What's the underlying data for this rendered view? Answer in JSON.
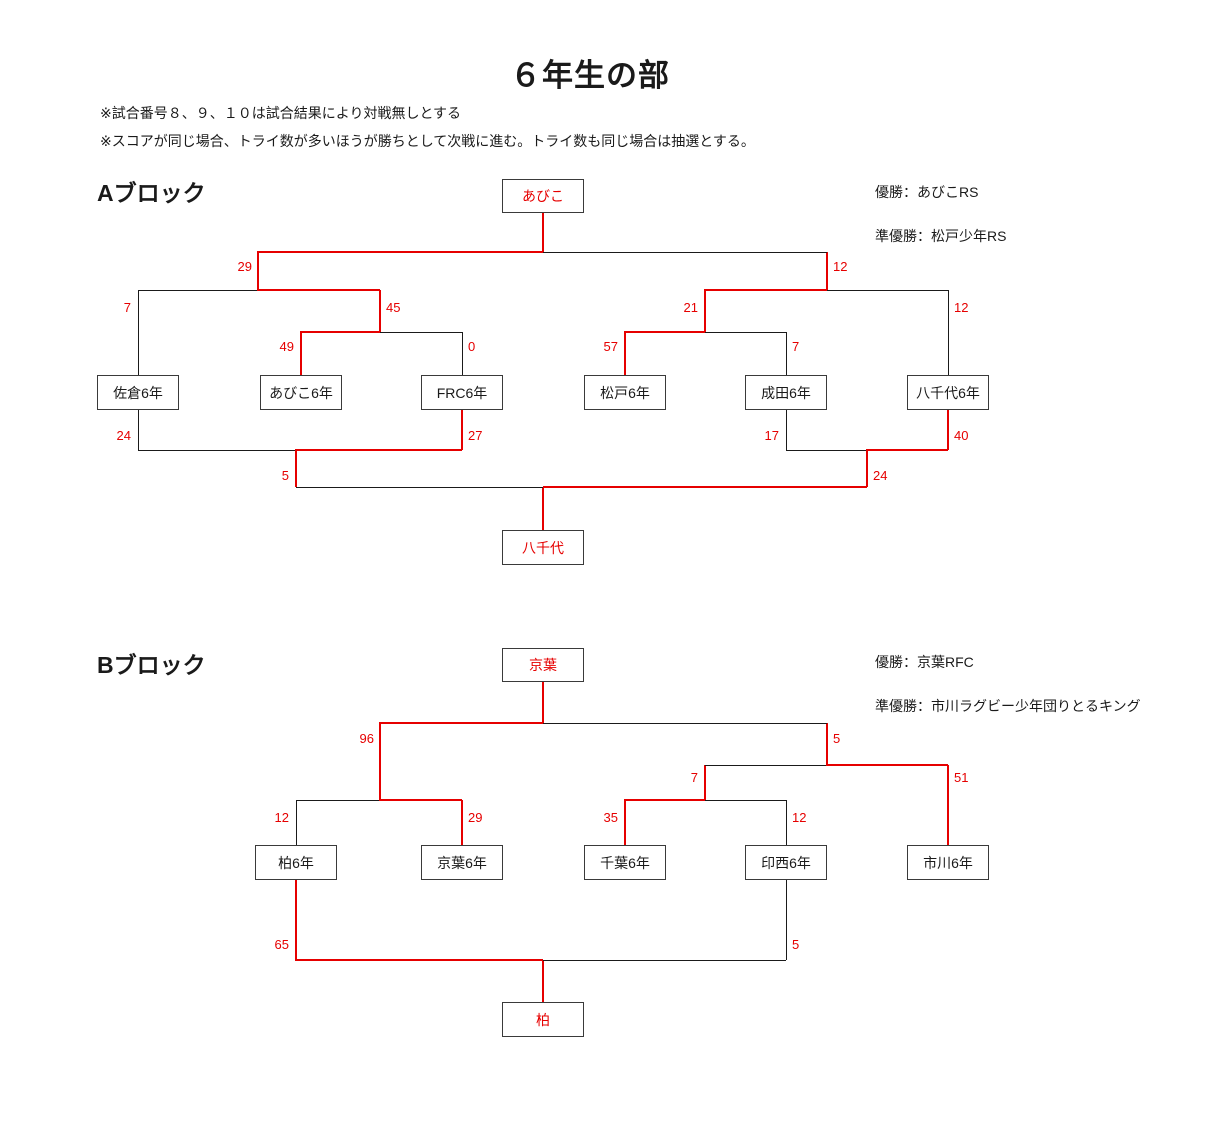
{
  "title": "６年生の部",
  "notes": {
    "line1": "※試合番号８、９、１０は試合結果により対戦無しとする",
    "line2": "※スコアが同じ場合、トライ数が多いほうが勝ちとして次戦に進む。トライ数も同じ場合は抽選とする。"
  },
  "block_a": {
    "label": "Aブロック",
    "champion_box": "あびこ",
    "consolation_box": "八千代",
    "champion_note": "優勝：あびこRS",
    "runner_up_note": "準優勝：松戸少年RS",
    "teams": {
      "t1": "佐倉6年",
      "t2": "あびこ6年",
      "t3": "FRC6年",
      "t4": "松戸6年",
      "t5": "成田6年",
      "t6": "八千代6年"
    },
    "scores": {
      "final_left": "29",
      "final_right": "12",
      "semi_left_outer": "7",
      "semi_left_inner": "45",
      "semi_right_inner": "21",
      "semi_right_outer": "12",
      "r1_left_a": "49",
      "r1_left_b": "0",
      "r1_right_a": "57",
      "r1_right_b": "7",
      "cons_left_a": "24",
      "cons_left_b": "27",
      "cons_right_a": "17",
      "cons_right_b": "40",
      "cons_final_left": "5",
      "cons_final_right": "24"
    }
  },
  "block_b": {
    "label": "Bブロック",
    "champion_box": "京葉",
    "consolation_box": "柏",
    "champion_note": "優勝：京葉RFC",
    "runner_up_note": "準優勝：市川ラグビー少年団りとるキング",
    "teams": {
      "t1": "柏6年",
      "t2": "京葉6年",
      "t3": "千葉6年",
      "t4": "印西6年",
      "t5": "市川6年"
    },
    "scores": {
      "final_left": "96",
      "final_right": "5",
      "semi_right_inner": "7",
      "semi_right_outer": "51",
      "r1_left_a": "12",
      "r1_left_b": "29",
      "r1_right_a": "35",
      "r1_right_b": "12",
      "cons_left": "65",
      "cons_right": "5"
    }
  }
}
